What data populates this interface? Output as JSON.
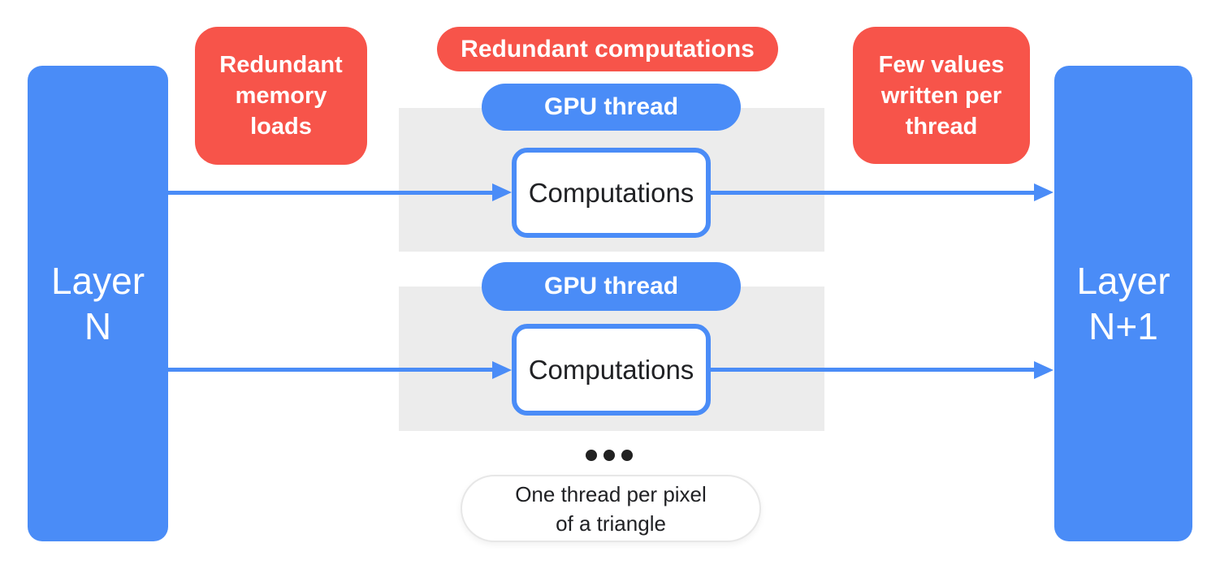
{
  "colors": {
    "blue": "#4a8cf7",
    "red": "#f7544a",
    "panel_gray": "#ececec",
    "text_dark": "#202124",
    "white": "#ffffff"
  },
  "layer_left": {
    "line1": "Layer",
    "line2": "N"
  },
  "layer_right": {
    "line1": "Layer",
    "line2": "N+1"
  },
  "callout_memory_loads": {
    "line1": "Redundant",
    "line2": "memory",
    "line3": "loads"
  },
  "callout_redundant_computations": {
    "label": "Redundant computations"
  },
  "callout_few_values": {
    "line1": "Few values",
    "line2": "written per",
    "line3": "thread"
  },
  "thread_groups": [
    {
      "pill": "GPU thread",
      "box": "Computations"
    },
    {
      "pill": "GPU thread",
      "box": "Computations"
    }
  ],
  "footnote": {
    "line1": "One thread per pixel",
    "line2": "of a triangle"
  }
}
